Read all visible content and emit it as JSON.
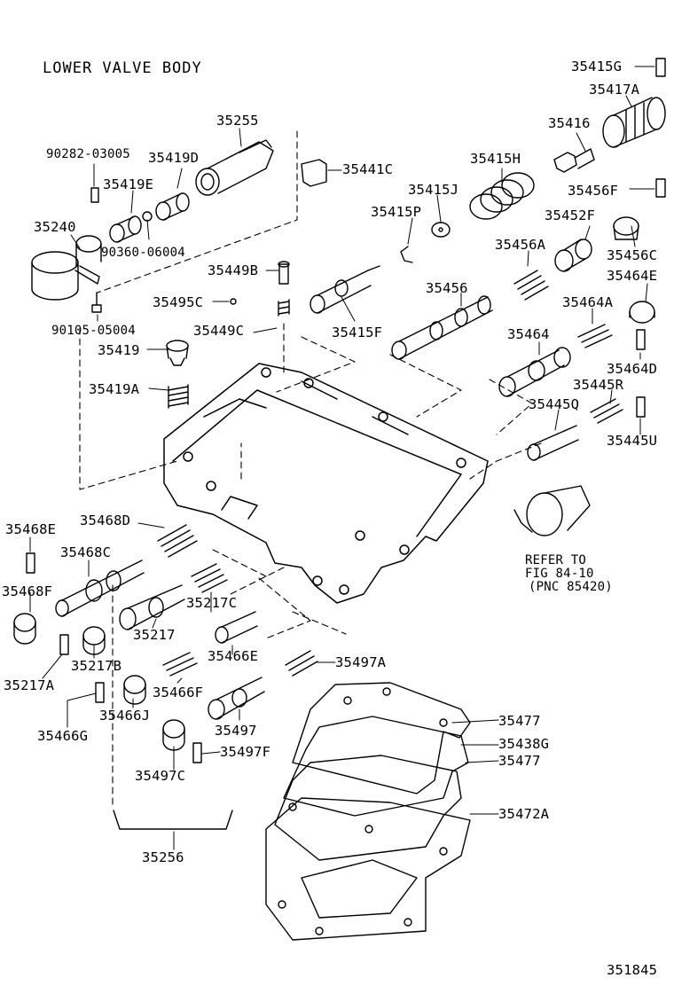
{
  "title": "LOWER VALVE BODY",
  "figure_number": "351845",
  "refer_note": {
    "line1": "REFER TO",
    "line2": "FIG 84-10",
    "line3": "(PNC 85420)"
  },
  "part_labels": [
    {
      "id": "p35415G",
      "text": "35415G"
    },
    {
      "id": "p35417A",
      "text": "35417A"
    },
    {
      "id": "p35255",
      "text": "35255"
    },
    {
      "id": "p35416",
      "text": "35416"
    },
    {
      "id": "p90282",
      "text": "90282-03005"
    },
    {
      "id": "p35419D",
      "text": "35419D"
    },
    {
      "id": "p35441C",
      "text": "35441C"
    },
    {
      "id": "p35415H",
      "text": "35415H"
    },
    {
      "id": "p35419E",
      "text": "35419E"
    },
    {
      "id": "p35415J",
      "text": "35415J"
    },
    {
      "id": "p35456F",
      "text": "35456F"
    },
    {
      "id": "p35415P",
      "text": "35415P"
    },
    {
      "id": "p35452F",
      "text": "35452F"
    },
    {
      "id": "p35240",
      "text": "35240"
    },
    {
      "id": "p35456A",
      "text": "35456A"
    },
    {
      "id": "p35456C",
      "text": "35456C"
    },
    {
      "id": "p90360",
      "text": "90360-06004"
    },
    {
      "id": "p35449B",
      "text": "35449B"
    },
    {
      "id": "p35464E",
      "text": "35464E"
    },
    {
      "id": "p35456",
      "text": "35456"
    },
    {
      "id": "p35495C",
      "text": "35495C"
    },
    {
      "id": "p35464A",
      "text": "35464A"
    },
    {
      "id": "p90105",
      "text": "90105-05004"
    },
    {
      "id": "p35449C",
      "text": "35449C"
    },
    {
      "id": "p35415F",
      "text": "35415F"
    },
    {
      "id": "p35464",
      "text": "35464"
    },
    {
      "id": "p35419",
      "text": "35419"
    },
    {
      "id": "p35464D",
      "text": "35464D"
    },
    {
      "id": "p35445R",
      "text": "35445R"
    },
    {
      "id": "p35419A",
      "text": "35419A"
    },
    {
      "id": "p35445Q",
      "text": "35445Q"
    },
    {
      "id": "p35445U",
      "text": "35445U"
    },
    {
      "id": "p35468E",
      "text": "35468E"
    },
    {
      "id": "p35468D",
      "text": "35468D"
    },
    {
      "id": "p35468C",
      "text": "35468C"
    },
    {
      "id": "p35468F",
      "text": "35468F"
    },
    {
      "id": "p35217C",
      "text": "35217C"
    },
    {
      "id": "p35217",
      "text": "35217"
    },
    {
      "id": "p35466E",
      "text": "35466E"
    },
    {
      "id": "p35217B",
      "text": "35217B"
    },
    {
      "id": "p35497A",
      "text": "35497A"
    },
    {
      "id": "p35217A",
      "text": "35217A"
    },
    {
      "id": "p35466F",
      "text": "35466F"
    },
    {
      "id": "p35466J",
      "text": "35466J"
    },
    {
      "id": "p35477a",
      "text": "35477"
    },
    {
      "id": "p35497",
      "text": "35497"
    },
    {
      "id": "p35438G",
      "text": "35438G"
    },
    {
      "id": "p35466G",
      "text": "35466G"
    },
    {
      "id": "p35497F",
      "text": "35497F"
    },
    {
      "id": "p35477b",
      "text": "35477"
    },
    {
      "id": "p35497C",
      "text": "35497C"
    },
    {
      "id": "p35472A",
      "text": "35472A"
    },
    {
      "id": "p35256",
      "text": "35256"
    }
  ]
}
